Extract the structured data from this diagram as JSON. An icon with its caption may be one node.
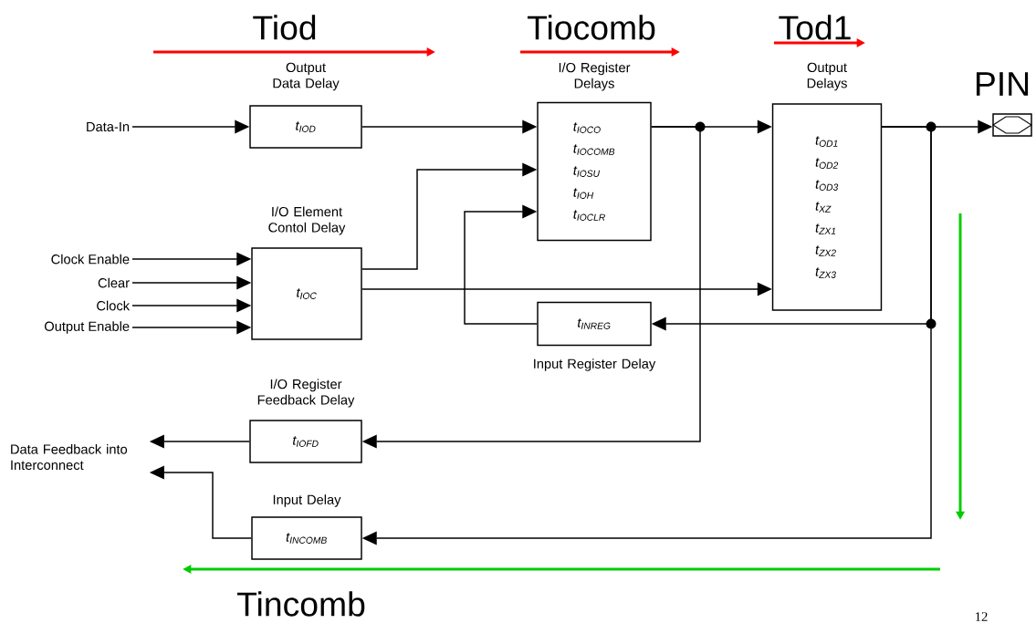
{
  "diagram": {
    "nodes": [
      {
        "text": [
          "Data-In"
        ]
      },
      {
        "text": [
          "Clock Enable"
        ]
      },
      {
        "text": [
          "Clear"
        ]
      },
      {
        "text": [
          "Clock"
        ]
      },
      {
        "text": [
          "Output Enable"
        ]
      },
      {
        "text": [
          "Output Data Delay",
          "t$_{IOD}$"
        ]
      },
      {
        "text": [
          "I/O Element Contol Delay",
          "t$_{IOC}$"
        ]
      },
      {
        "text": [
          "I/O Register Delays",
          "t$_{IOCO}$",
          "t$_{IOCOMB}$",
          "t$_{IOSU}$",
          "t$_{IOH}$",
          "t$_{IOCLR}$"
        ]
      },
      {
        "text": [
          "Output Delays",
          "t$_{OD1}$",
          "t$_{OD2}$",
          "t$_{OD3}$",
          "t$_{XZ}$",
          "t$_{ZX1}$",
          "t$_{ZX2}$",
          "t$_{ZX3}$"
        ]
      },
      {
        "text": [
          "PIN"
        ]
      },
      {
        "text": [
          "t$_{INREG}$",
          "Input Register Delay"
        ]
      },
      {
        "text": [
          "I/O Register Feedback Delay",
          "t$_{IOFD}$"
        ]
      },
      {
        "text": [
          "Input Delay",
          "t$_{INCOMB}$"
        ]
      },
      {
        "text": [
          "Data Feedback into Interconnect"
        ]
      }
    ],
    "edges": [
      {
        "from": 0,
        "to": 5,
        "arrow": "to"
      },
      {
        "from": 1,
        "to": 6,
        "arrow": "to"
      },
      {
        "from": 2,
        "to": 6,
        "arrow": "to"
      },
      {
        "from": 3,
        "to": 6,
        "arrow": "to"
      },
      {
        "from": 4,
        "to": 6,
        "arrow": "to"
      },
      {
        "from": 5,
        "to": 7,
        "arrow": "to"
      },
      {
        "from": 6,
        "to": 7,
        "arrow": "to"
      },
      {
        "from": 6,
        "to": 8,
        "arrow": "to"
      },
      {
        "from": 10,
        "to": 7,
        "arrow": "to"
      },
      {
        "from": 7,
        "to": 8,
        "arrow": "to"
      },
      {
        "from": 7,
        "to": 11,
        "arrow": "to"
      },
      {
        "from": 8,
        "to": 9,
        "arrow": "to"
      },
      {
        "from": 8,
        "to": 10,
        "arrow": "to"
      },
      {
        "from": 8,
        "to": 12,
        "arrow": "to"
      },
      {
        "from": 11,
        "to": 13,
        "arrow": "to"
      },
      {
        "from": 12,
        "to": 13,
        "arrow": "to"
      }
    ],
    "labels": [
      "Tiod",
      "Tiocomb",
      "Tod1",
      "Tincomb",
      "12"
    ]
  }
}
